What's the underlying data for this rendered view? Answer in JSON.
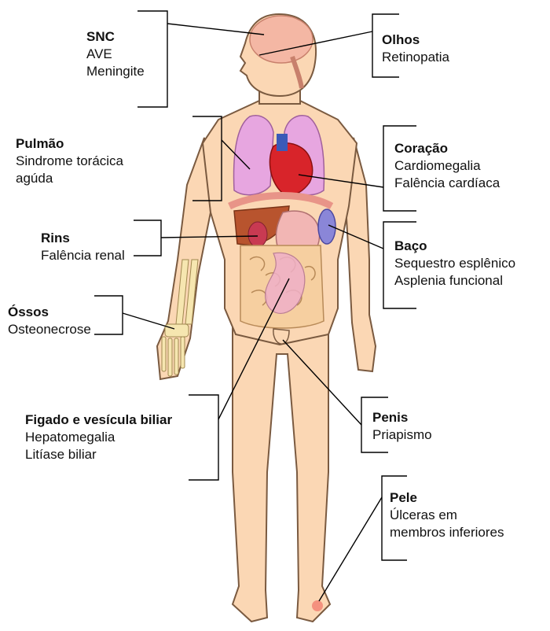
{
  "labels": {
    "snc": {
      "title": "SNC",
      "lines": [
        "AVE",
        "Meningite"
      ]
    },
    "olhos": {
      "title": "Olhos",
      "lines": [
        "Retinopatia"
      ]
    },
    "pulmao": {
      "title": "Pulmão",
      "lines": [
        "Sindrome torácica",
        "agúda"
      ]
    },
    "coracao": {
      "title": "Coração",
      "lines": [
        "Cardiomegalia",
        "Falência cardíaca"
      ]
    },
    "rins": {
      "title": "Rins",
      "lines": [
        "Falência renal"
      ]
    },
    "baco": {
      "title": "Baço",
      "lines": [
        "Sequestro esplênico",
        "Asplenia funcional"
      ]
    },
    "ossos": {
      "title": "Óssos",
      "lines": [
        "Osteonecrose"
      ]
    },
    "figado": {
      "title": "Figado e vesícula biliar",
      "lines": [
        "Hepatomegalia",
        "Litíase biliar"
      ]
    },
    "penis": {
      "title": "Penis",
      "lines": [
        "Priapismo"
      ]
    },
    "pele": {
      "title": "Pele",
      "lines": [
        "Úlceras em",
        "membros inferiores"
      ]
    }
  },
  "colors": {
    "skin": "#fbd7b4",
    "outline": "#7a5a40",
    "brain": "#f4b7a4",
    "lung": "#e7a6e0",
    "heart": "#d8242a",
    "liver": "#b8542e",
    "stomach": "#f2b6b4",
    "spleen": "#8a86d8",
    "intestine": "#f6cfa0",
    "bone": "#f6e6b0",
    "leader": "#000000"
  }
}
